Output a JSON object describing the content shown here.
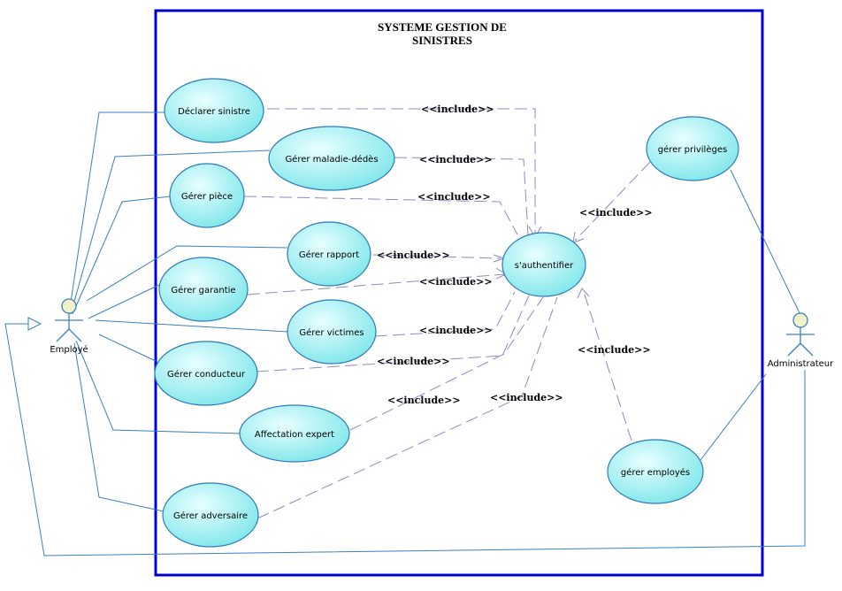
{
  "system": {
    "title_line1": "SYSTEME GESTION DE",
    "title_line2": "SINISTRES"
  },
  "actors": {
    "employe": "Employé",
    "admin": "Administrateur"
  },
  "use_cases": {
    "declarer": "Déclarer sinistre",
    "maladie": "Gérer maladie-dédès",
    "piece": "Gérer pièce",
    "rapport": "Gérer rapport",
    "garantie": "Gérer garantie",
    "victimes": "Gérer victimes",
    "conducteur": "Gérer conducteur",
    "expert": "Affectation expert",
    "adversaire": "Gérer adversaire",
    "auth": "s'authentifier",
    "privileges": "gérer privilèges",
    "employes": "gérer employés"
  },
  "include_label": "<<include>>",
  "colors": {
    "frame": "#0000cc",
    "line": "#3a7fc0",
    "ellipse_fill": "#b8f5f5",
    "ellipse_stroke": "#2d7ab5",
    "dash": "#8a8ac8"
  }
}
